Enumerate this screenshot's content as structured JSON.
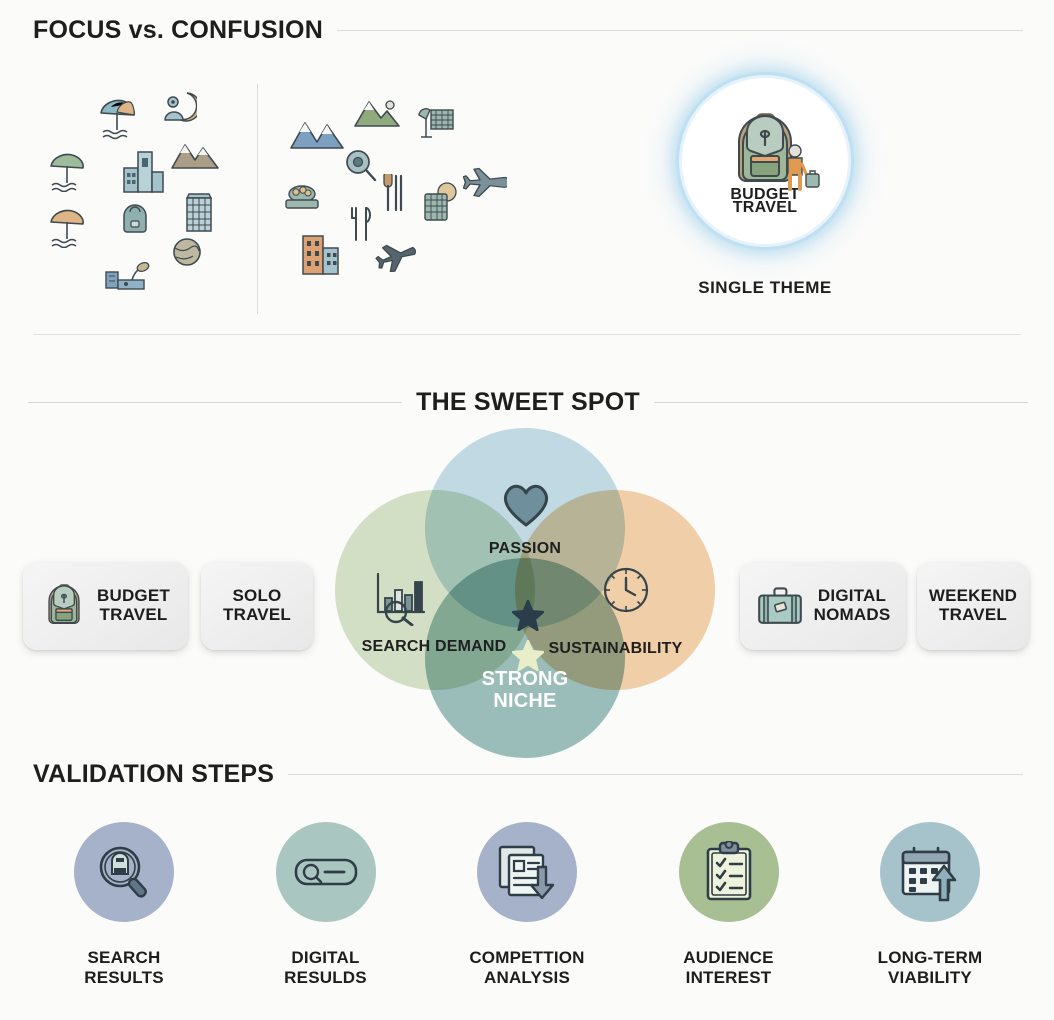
{
  "sections": {
    "focus": {
      "title": "FOCUS vs. CONFUSION",
      "single_theme": {
        "badge_line1": "BUDGET",
        "badge_line2": "TRAVEL",
        "caption": "SINGLE THEME"
      },
      "scatter_left_icons": [
        "beach-umbrella-icon",
        "moon-tent-icon",
        "beach-umbrella-icon",
        "city-buildings-icon",
        "mountains-icon",
        "beach-umbrella-icon",
        "backpack-icon",
        "building-icon",
        "globe-icon",
        "resort-pool-icon"
      ],
      "scatter_right_icons": [
        "mountains-icon",
        "mountain-sun-icon",
        "satellite-dish-icon",
        "magnifier-icon",
        "food-platter-icon",
        "cutlery-icon",
        "fork-knife-icon",
        "passport-icon",
        "airplane-icon",
        "orange-building-icon",
        "airplane-icon"
      ]
    },
    "sweet_spot": {
      "title": "THE SWEET SPOT",
      "circles": [
        {
          "id": "search",
          "label": "SEARCH DEMAND",
          "color": "#d7e3c9",
          "icon": "chart-magnifier-icon"
        },
        {
          "id": "passion",
          "label": "PASSION",
          "color": "#c3dde8",
          "icon": "heart-icon"
        },
        {
          "id": "sustain",
          "label": "SUSTAINABILITY",
          "color": "#f4d2aa",
          "icon": "clock-icon"
        },
        {
          "id": "niche",
          "label": "STRONG NICHE",
          "color": "#9dc0bd",
          "icon": "star-icon"
        }
      ],
      "niche_label_line1": "STRONG",
      "niche_label_line2": "NICHE",
      "center_stars": [
        "star-dark-icon",
        "star-light-icon"
      ],
      "pills_left": [
        {
          "line1": "BUDGET",
          "line2": "TRAVEL",
          "icon": "backpack-icon"
        },
        {
          "line1": "SOLO",
          "line2": "TRAVEL",
          "icon": "none"
        }
      ],
      "pills_right": [
        {
          "line1": "DIGITAL",
          "line2": "NOMADS",
          "icon": "suitcase-icon"
        },
        {
          "line1": "WEEKEND",
          "line2": "TRAVEL",
          "icon": "none"
        }
      ]
    },
    "validation": {
      "title": "VALIDATION STEPS",
      "steps": [
        {
          "line1": "SEARCH",
          "line2": "RESULTS",
          "color": "#a6b2c9",
          "icon": "magnifier-backpack-icon"
        },
        {
          "line1": "DIGITAL",
          "line2": "RESULDS",
          "color": "#a9c6c0",
          "icon": "search-bar-icon"
        },
        {
          "line1": "COMPETTION",
          "line2": "ANALYSIS",
          "color": "#a6b2c9",
          "icon": "documents-download-icon"
        },
        {
          "line1": "AUDIENCE",
          "line2": "INTEREST",
          "color": "#a8bf94",
          "icon": "clipboard-checklist-icon"
        },
        {
          "line1": "LONG-TERM",
          "line2": "VIABILITY",
          "color": "#a6c3cb",
          "icon": "calendar-uparrow-icon"
        }
      ]
    }
  },
  "theme": {
    "background": "#fbfbfa",
    "ink": "#1e1e1e",
    "rule": "#d8d8d8",
    "glow": "#bfe0f2"
  }
}
